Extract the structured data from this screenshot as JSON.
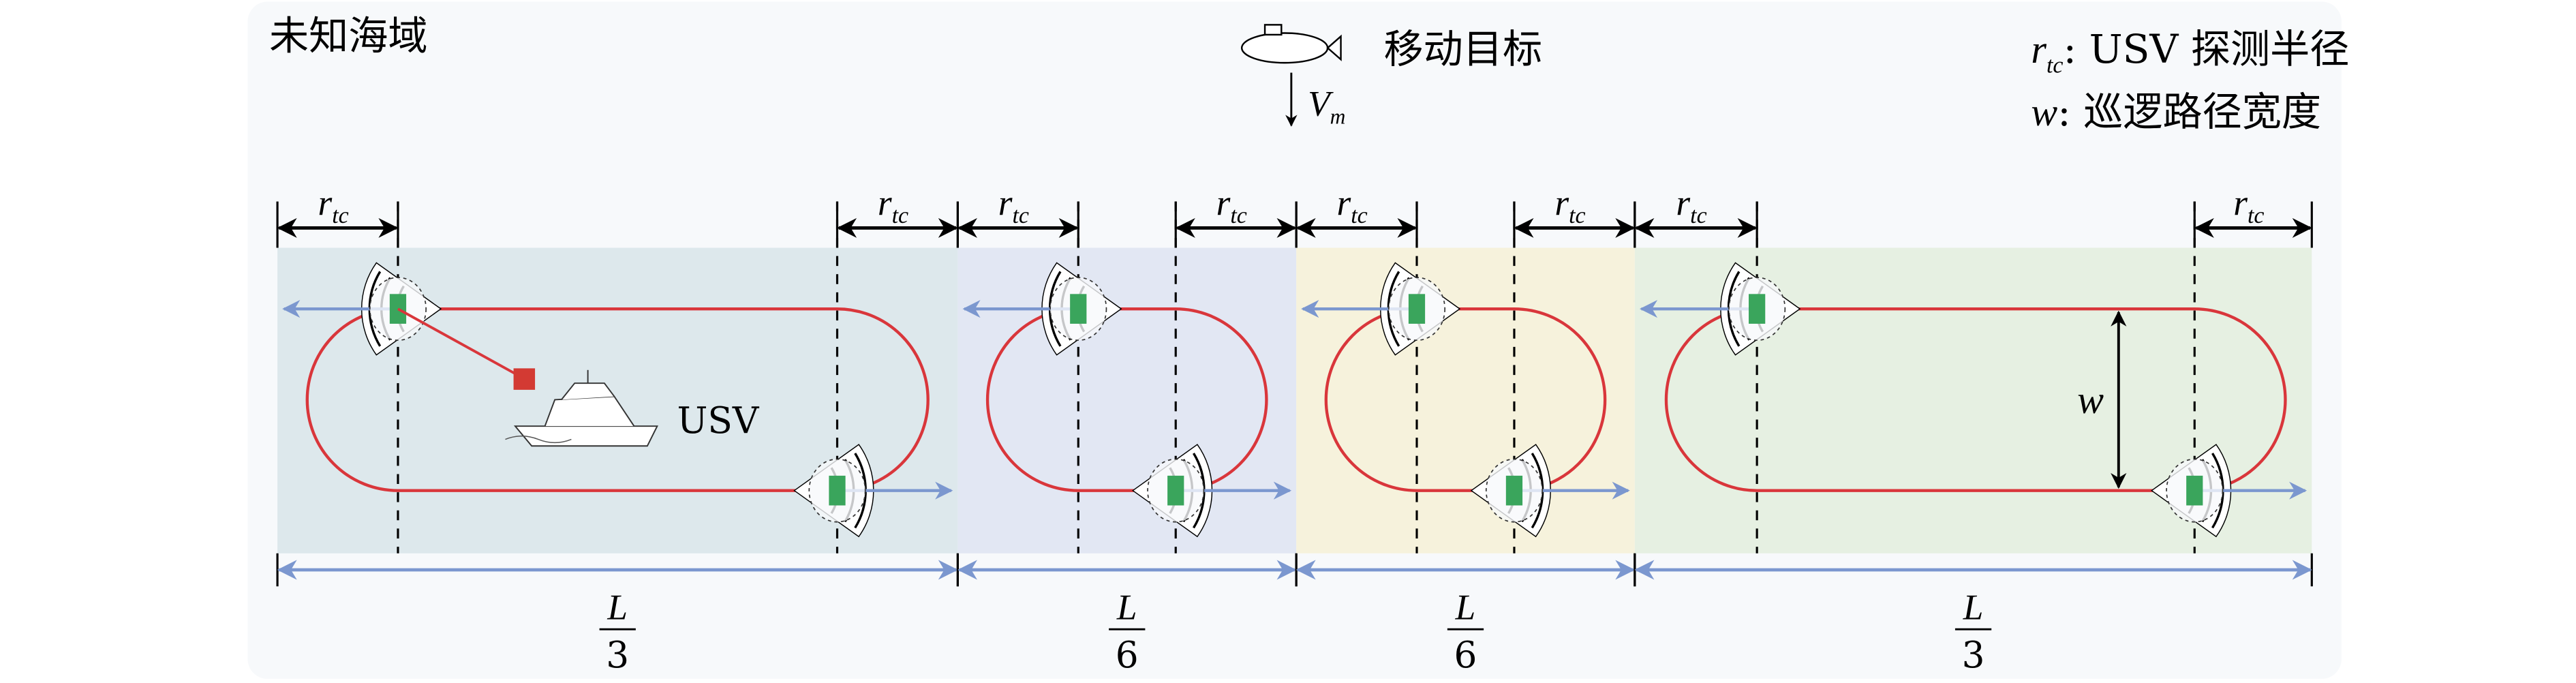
{
  "title": "未知海域",
  "target": {
    "label": "移动目标",
    "velocity_symbol": "V",
    "velocity_sub": "m"
  },
  "legend": {
    "line1": {
      "symbol": "r",
      "sub": "tc",
      "text": ": USV 探测半径"
    },
    "line2": {
      "symbol": "w",
      "text": ": 巡逻路径宽度"
    }
  },
  "usv_label": "USV",
  "rtc": {
    "symbol": "r",
    "sub": "tc"
  },
  "width_label": "w",
  "regions": [
    {
      "numerator": "L",
      "denominator": "3",
      "color": "#dde8ec"
    },
    {
      "numerator": "L",
      "denominator": "6",
      "color": "#e2e7f3"
    },
    {
      "numerator": "L",
      "denominator": "6",
      "color": "#f6f2dc"
    },
    {
      "numerator": "L",
      "denominator": "3",
      "color": "#e6f0e2"
    }
  ],
  "colors": {
    "path": "#d9363b",
    "arrow": "#7b97cf",
    "usv": "#3aa55c",
    "target_marker": "#d33a33",
    "frame": "#f7f9fb"
  }
}
